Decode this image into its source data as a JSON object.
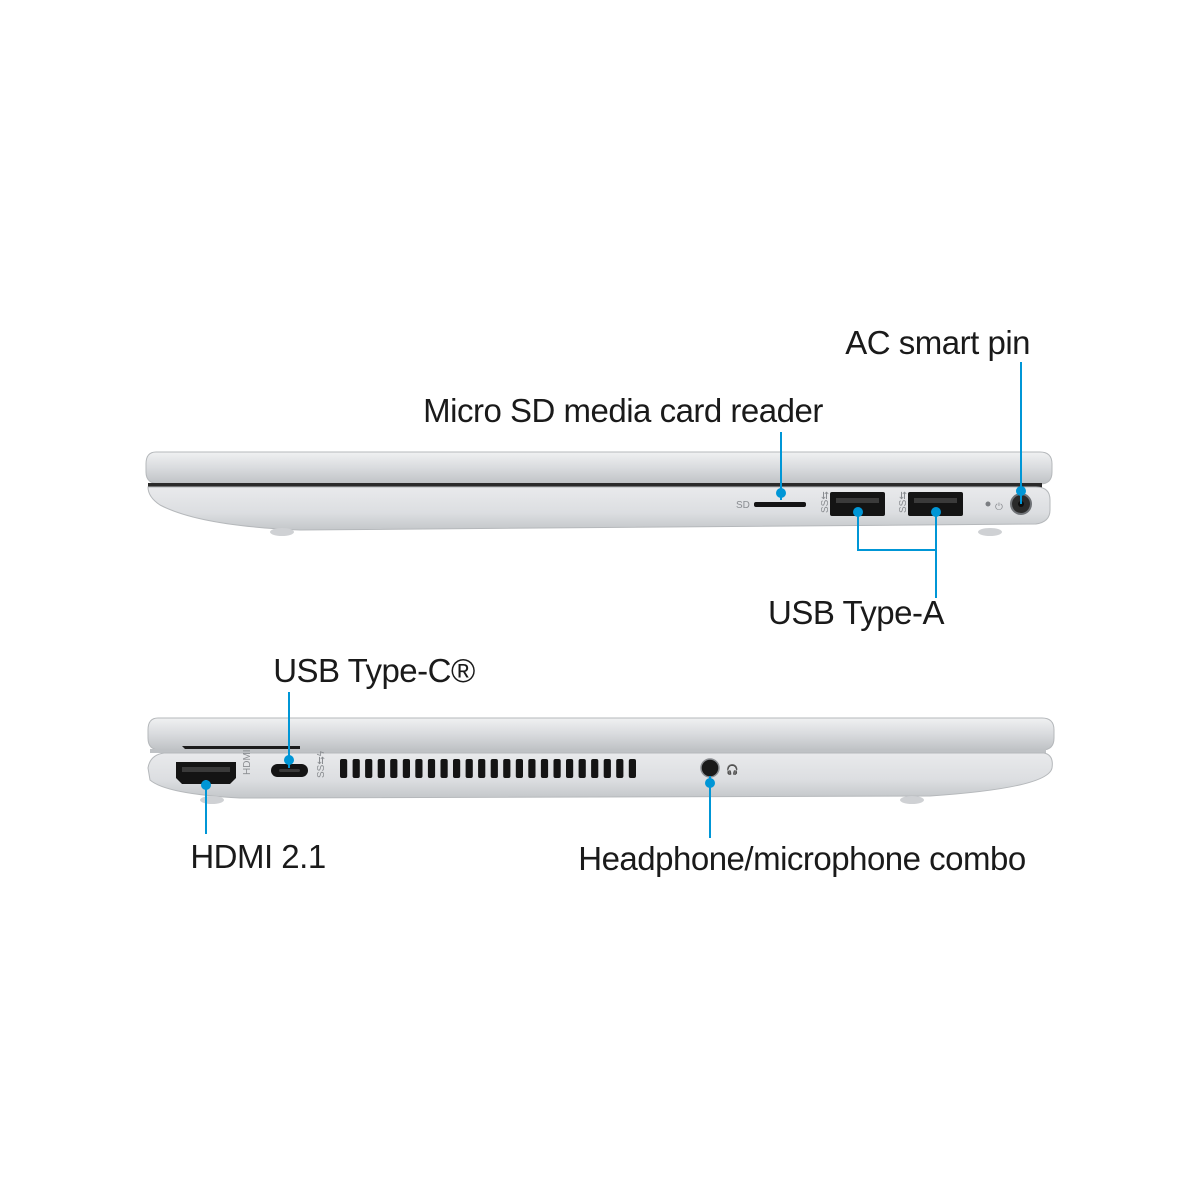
{
  "labels": {
    "ac_smart_pin": "AC smart pin",
    "micro_sd": "Micro SD media card reader",
    "usb_type_a": "USB Type-A",
    "usb_type_c": "USB Type-C®",
    "hdmi": "HDMI 2.1",
    "headphone": "Headphone/microphone combo"
  },
  "port_markings": {
    "sd": "SD"
  },
  "colors": {
    "callout": "#0096d6",
    "chassis_light": "#e6e7e9",
    "chassis_mid": "#cfd1d4",
    "chassis_dark": "#a9acb0",
    "port_black": "#141414",
    "text": "#1a1a1a"
  },
  "views": [
    {
      "name": "right-side-view"
    },
    {
      "name": "left-side-view"
    }
  ]
}
